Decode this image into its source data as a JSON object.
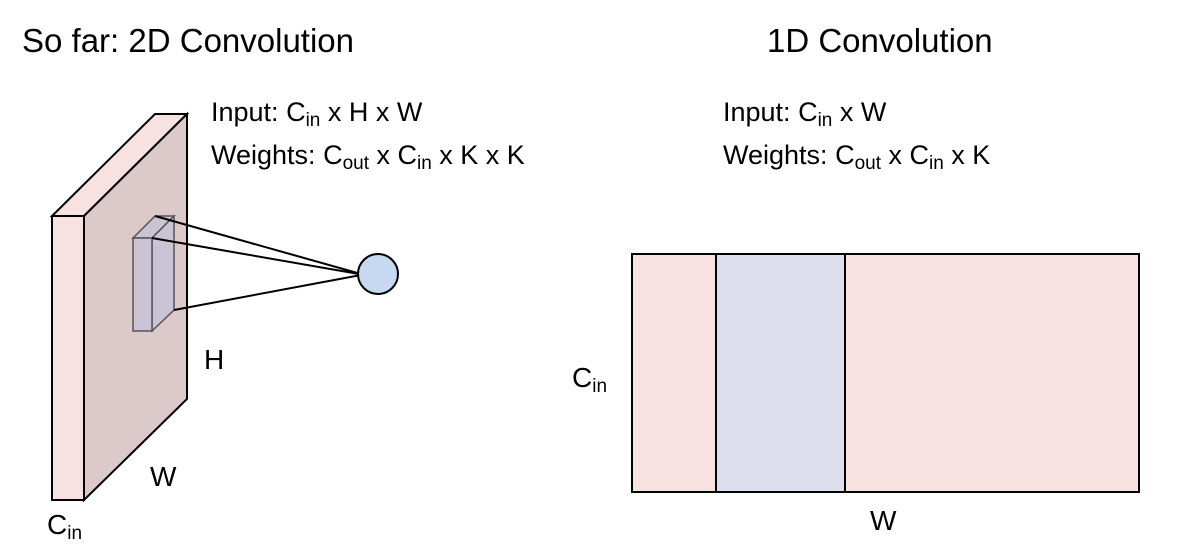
{
  "left_panel": {
    "title": "So far: 2D Convolution",
    "input_line": {
      "prefix": "Input: ",
      "c": "C",
      "c_sub": "in",
      "suffix": " x H x W"
    },
    "weights_line": {
      "prefix": "Weights: ",
      "c1": "C",
      "c1_sub": "out",
      "mid": " x ",
      "c2": "C",
      "c2_sub": "in",
      "suffix": " x K x K"
    },
    "h_label": "H",
    "w_label": "W",
    "cin_label": {
      "c": "C",
      "sub": "in"
    }
  },
  "right_panel": {
    "title": "1D Convolution",
    "input_line": {
      "prefix": "Input: ",
      "c": "C",
      "c_sub": "in",
      "suffix": " x W"
    },
    "weights_line": {
      "prefix": "Weights: ",
      "c1": "C",
      "c1_sub": "out",
      "mid": " x ",
      "c2": "C",
      "c2_sub": "in",
      "suffix": " x K"
    },
    "cin_label": {
      "c": "C",
      "sub": "in"
    },
    "w_label": "W"
  },
  "colors": {
    "tensor_fill": "#f7e1e1",
    "tensor_face_fill": "#dccaca",
    "kernel_fill": "#c9c3d3",
    "window_fill": "#dedfec",
    "neuron_fill": "#c6d9f1",
    "stroke": "#000000"
  }
}
